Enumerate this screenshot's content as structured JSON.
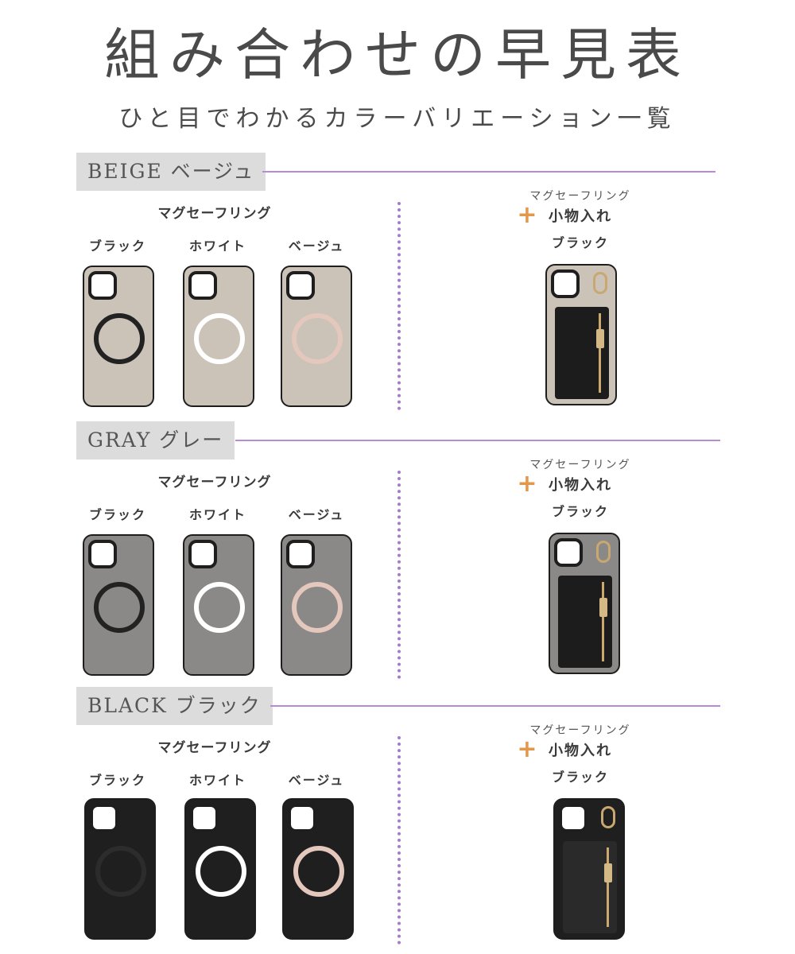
{
  "header": {
    "title": "組み合わせの早見表",
    "subtitle": "ひと目でわかるカラーバリエーション一覧"
  },
  "colors": {
    "accent_line": "#b98bd6",
    "label_bg": "#dcdcdc",
    "plus": "#e3974b",
    "ring_black": "#222222",
    "ring_white": "#ffffff",
    "ring_beige": "#e4c7bd",
    "case_beige": "#cbc2b8",
    "case_gray": "#8b8987",
    "case_black": "#1f1f1f"
  },
  "sections": [
    {
      "label": "BEIGE ベージュ",
      "group_title": "マグセーフリング",
      "variants": [
        "ブラック",
        "ホワイト",
        "ベージュ"
      ],
      "right_small": "マグセーフリング",
      "right_main": "小物入れ",
      "right_plus": "+",
      "right_color": "ブラック"
    },
    {
      "label": "GRAY グレー",
      "group_title": "マグセーフリング",
      "variants": [
        "ブラック",
        "ホワイト",
        "ベージュ"
      ],
      "right_small": "マグセーフリング",
      "right_main": "小物入れ",
      "right_plus": "+",
      "right_color": "ブラック"
    },
    {
      "label": "BLACK ブラック",
      "group_title": "マグセーフリング",
      "variants": [
        "ブラック",
        "ホワイト",
        "ベージュ"
      ],
      "right_small": "マグセーフリング",
      "right_main": "小物入れ",
      "right_plus": "+",
      "right_color": "ブラック"
    }
  ]
}
